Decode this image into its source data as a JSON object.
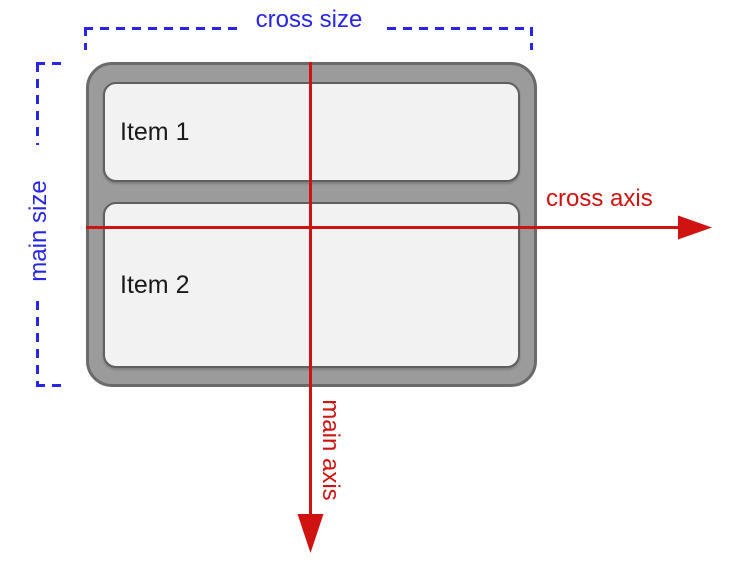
{
  "diagram": {
    "items": [
      {
        "label": "Item 1"
      },
      {
        "label": "Item 2"
      }
    ],
    "annotations": {
      "cross_size": "cross size",
      "main_size": "main size",
      "cross_axis": "cross axis",
      "main_axis": "main axis"
    },
    "colors": {
      "measure_blue": "#2727e3",
      "axis_red": "#cf1310",
      "container_fill": "#9b9b9b",
      "container_border": "#6a6a6a",
      "item_fill": "#f2f2f2",
      "item_border": "#5f5f5f",
      "item_text": "#1a1a1a",
      "background": "#ffffff"
    }
  }
}
